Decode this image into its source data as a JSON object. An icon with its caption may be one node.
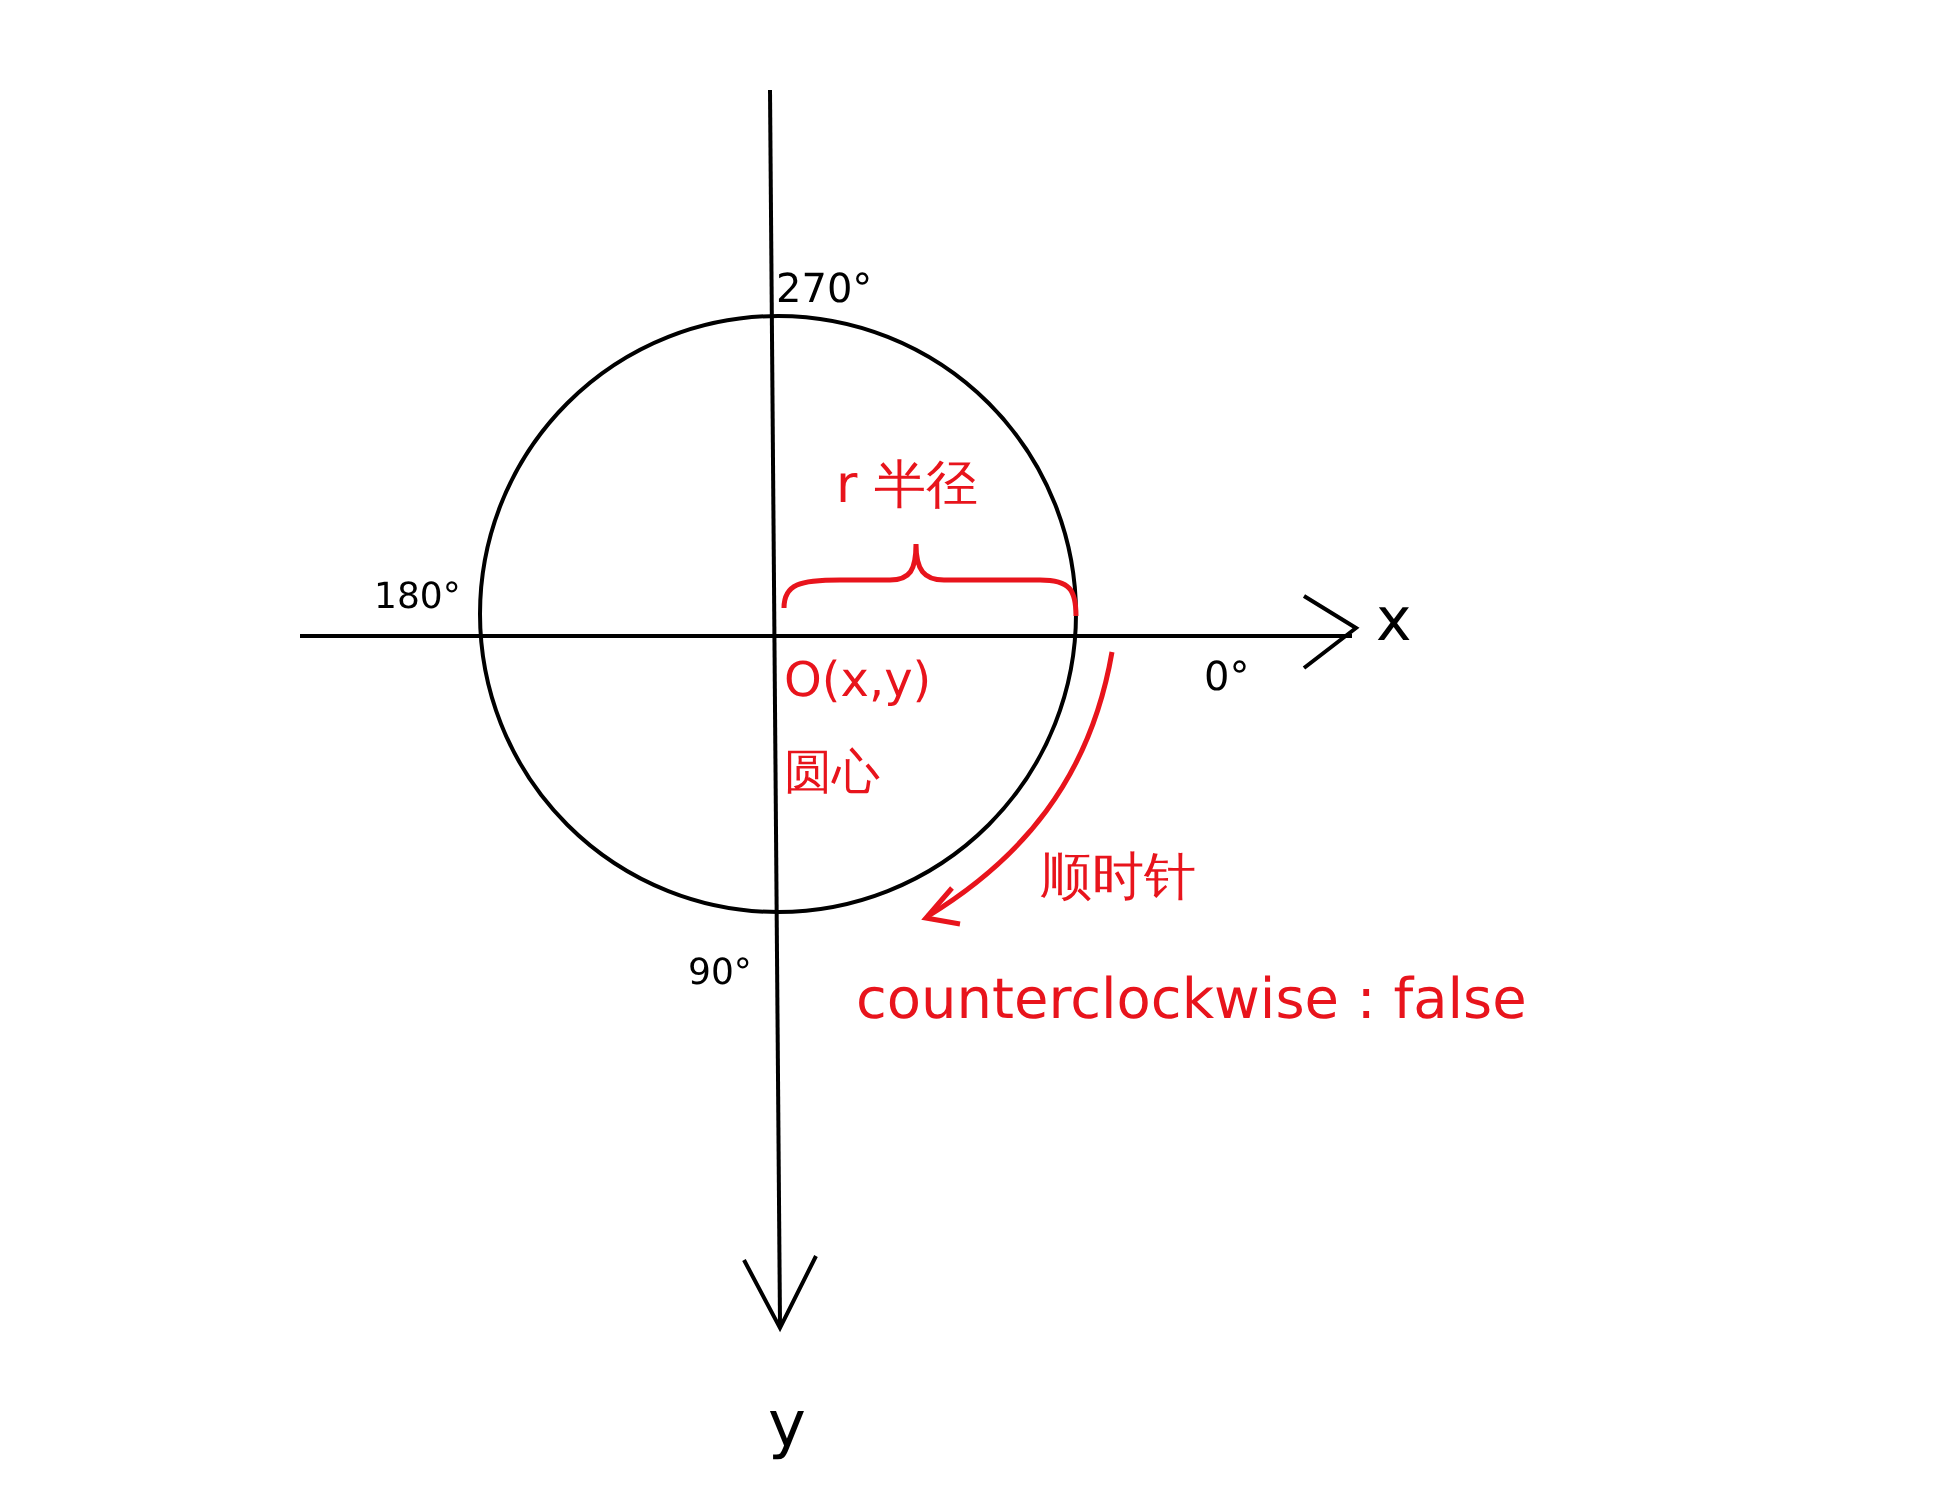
{
  "diagram": {
    "labels": [
      "270°",
      "r 半径",
      "180°",
      "x",
      "O(x,y)",
      "0°",
      "圆心",
      "顺时针",
      "90°",
      "counterclockwise : false",
      "y"
    ]
  }
}
